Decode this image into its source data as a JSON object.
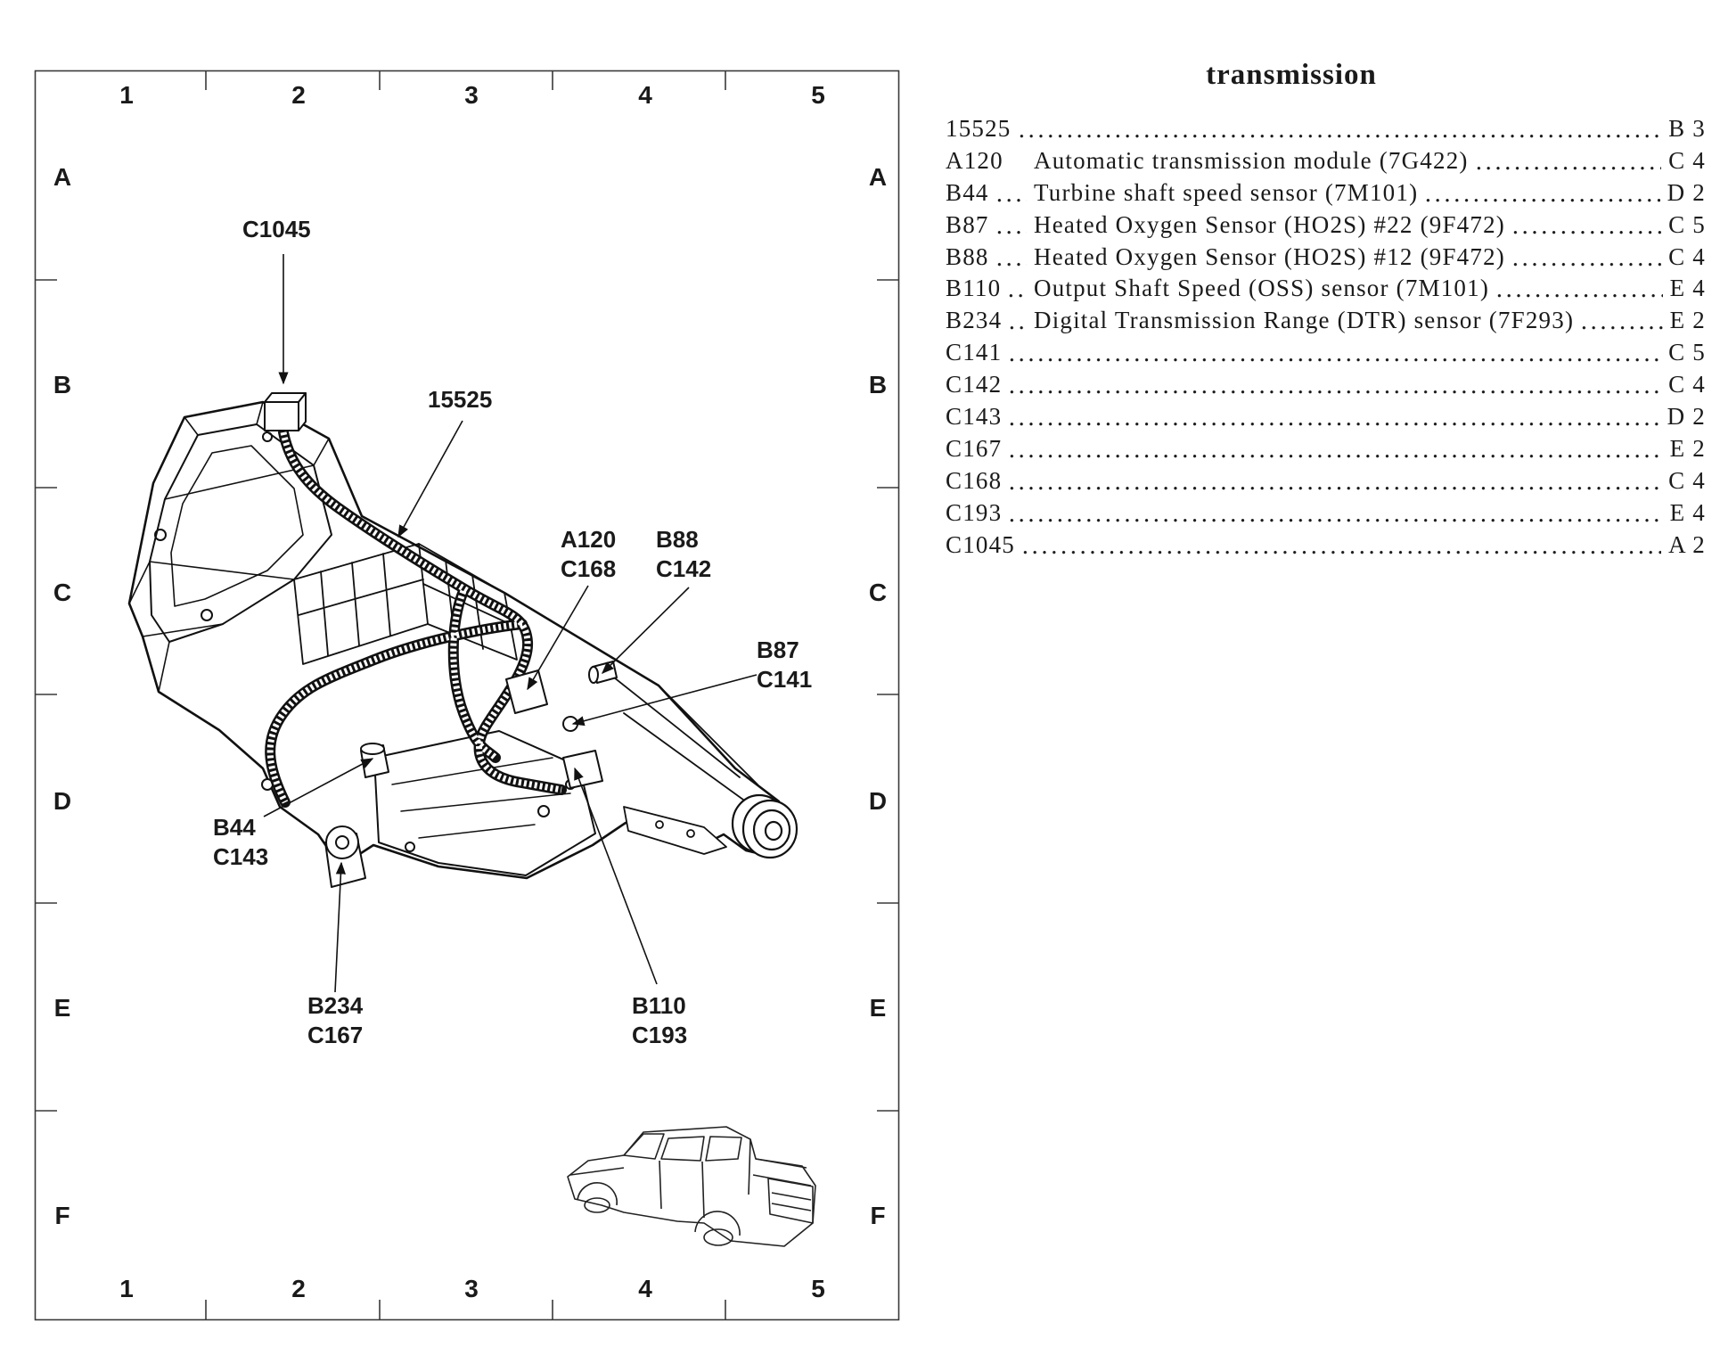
{
  "diagram": {
    "grid": {
      "columns": [
        "1",
        "2",
        "3",
        "4",
        "5"
      ],
      "rows": [
        "A",
        "B",
        "C",
        "D",
        "E",
        "F"
      ]
    },
    "callouts": {
      "c1045": {
        "line1": "C1045"
      },
      "harness": {
        "line1": "15525"
      },
      "a120": {
        "line1": "A120",
        "line2": "C168"
      },
      "b88": {
        "line1": "B88",
        "line2": "C142"
      },
      "b87": {
        "line1": "B87",
        "line2": "C141"
      },
      "b44": {
        "line1": "B44",
        "line2": "C143"
      },
      "b234": {
        "line1": "B234",
        "line2": "C167"
      },
      "b110": {
        "line1": "B110",
        "line2": "C193"
      }
    }
  },
  "index": {
    "title": "transmission",
    "rows": [
      {
        "code": "15525",
        "ref": "B 3"
      },
      {
        "code": "A120",
        "desc": "Automatic transmission module (7G422)",
        "ref": "C 4"
      },
      {
        "code": "B44",
        "desc": "Turbine shaft speed sensor (7M101)",
        "ref": "D 2"
      },
      {
        "code": "B87",
        "desc": "Heated Oxygen Sensor (HO2S) #22 (9F472)",
        "ref": "C 5"
      },
      {
        "code": "B88",
        "desc": "Heated Oxygen Sensor (HO2S) #12 (9F472)",
        "ref": "C 4"
      },
      {
        "code": "B110",
        "desc": "Output Shaft Speed (OSS) sensor (7M101)",
        "ref": "E 4"
      },
      {
        "code": "B234",
        "desc": "Digital Transmission Range (DTR) sensor (7F293)",
        "ref": "E 2"
      },
      {
        "code": "C141",
        "ref": "C 5"
      },
      {
        "code": "C142",
        "ref": "C 4"
      },
      {
        "code": "C143",
        "ref": "D 2"
      },
      {
        "code": "C167",
        "ref": "E 2"
      },
      {
        "code": "C168",
        "ref": "C 4"
      },
      {
        "code": "C193",
        "ref": "E 4"
      },
      {
        "code": "C1045",
        "ref": "A 2"
      }
    ]
  }
}
